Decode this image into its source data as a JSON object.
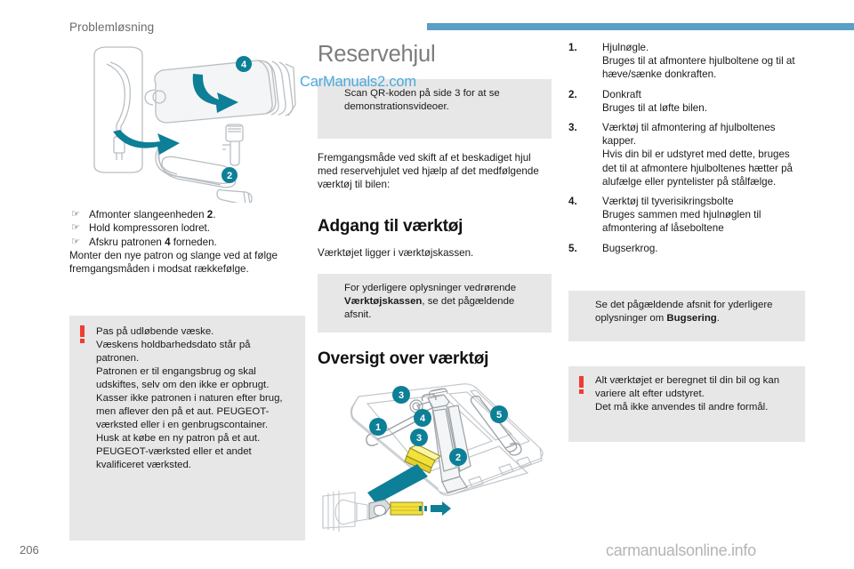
{
  "header": {
    "chapter": "Problemløsning",
    "rule_color": "#58a0c4"
  },
  "footer": {
    "page_number": "206",
    "watermark": "carmanualsonline.info"
  },
  "watermark_top": "CarManuals2.com",
  "left_column": {
    "figure": {
      "name": "compressor-cartridge-hose-diagram",
      "callouts": [
        "4",
        "2"
      ]
    },
    "steps": [
      {
        "icon": "pointing-hand-icon",
        "text_before": "Afmonter slangeenheden ",
        "bold": "2",
        "text_after": "."
      },
      {
        "icon": "pointing-hand-icon",
        "text_before": "Hold kompressoren lodret.",
        "bold": "",
        "text_after": ""
      },
      {
        "icon": "pointing-hand-icon",
        "text_before": "Afskru patronen ",
        "bold": "4",
        "text_after": " forneden."
      }
    ],
    "paragraph": "Monter den nye patron og slange ved at følge fremgangsmåden i modsat rækkefølge.",
    "warning": {
      "icon": "warning-icon",
      "lines": [
        "Pas på udløbende væske.",
        "Væskens holdbarhedsdato står på patronen.",
        "Patronen er til engangsbrug og skal udskiftes, selv om den ikke er opbrugt.",
        "Kasser ikke patronen i naturen efter brug, men aflever den på et aut. PEUGEOT-værksted eller i en genbrugscontainer.",
        "Husk at købe en ny patron på et aut. PEUGEOT-værksted eller et andet kvalificeret værksted."
      ]
    }
  },
  "middle_column": {
    "page_title": "Reservehjul",
    "info_qr": {
      "icon": "info-icon",
      "text": "Scan QR-koden på side 3 for at se demonstrationsvideoer."
    },
    "intro_paragraph": "Fremgangsmåde ved skift af et beskadiget hjul med reservehjulet ved hjælp af det medfølgende værktøj til bilen:",
    "section_tools_access": "Adgang til værktøj",
    "tools_access_text": "Værktøjet ligger i værktøjskassen.",
    "info_toolbox": {
      "icon": "info-icon",
      "text_before": "For yderligere oplysninger vedrørende ",
      "bold": "Værktøjskassen",
      "text_after": ", se det pågældende afsnit."
    },
    "section_tools_overview": "Oversigt over værktøj",
    "figure": {
      "name": "toolbox-overview-diagram",
      "callouts": [
        "1",
        "2",
        "3",
        "3",
        "4",
        "5"
      ]
    }
  },
  "right_column": {
    "tools": [
      {
        "number": "1.",
        "title": "Hjulnøgle.",
        "description": "Bruges til at afmontere hjulboltene og til at hæve/sænke donkraften."
      },
      {
        "number": "2.",
        "title": "Donkraft",
        "description": "Bruges til at løfte bilen."
      },
      {
        "number": "3.",
        "title": "Værktøj til afmontering af hjulboltenes kapper.",
        "description": "Hvis din bil er udstyret med dette, bruges det til at afmontere hjulboltenes hætter på alufælge eller pyntelister på stålfælge."
      },
      {
        "number": "4.",
        "title": "Værktøj til tyverisikringsbolte",
        "description": "Bruges sammen med hjulnøglen til afmontering af låseboltene"
      },
      {
        "number": "5.",
        "title": "Bugserkrog.",
        "description": ""
      }
    ],
    "info_towing": {
      "icon": "info-icon",
      "text_before": "Se det pågældende afsnit for yderligere oplysninger om ",
      "bold": "Bugsering",
      "text_after": "."
    },
    "warning_tools": {
      "icon": "warning-icon",
      "lines": [
        "Alt værktøjet er beregnet til din bil og kan variere alt efter udstyret.",
        "Det må ikke anvendes til andre formål."
      ]
    }
  },
  "colors": {
    "accent_blue": "#58a0c4",
    "info_blue": "#29a4d9",
    "warning_red": "#ef3c34",
    "note_bg": "#e7e7e7",
    "diagram_teal": "#0d7f96",
    "diagram_yellow": "#f4e03a"
  }
}
